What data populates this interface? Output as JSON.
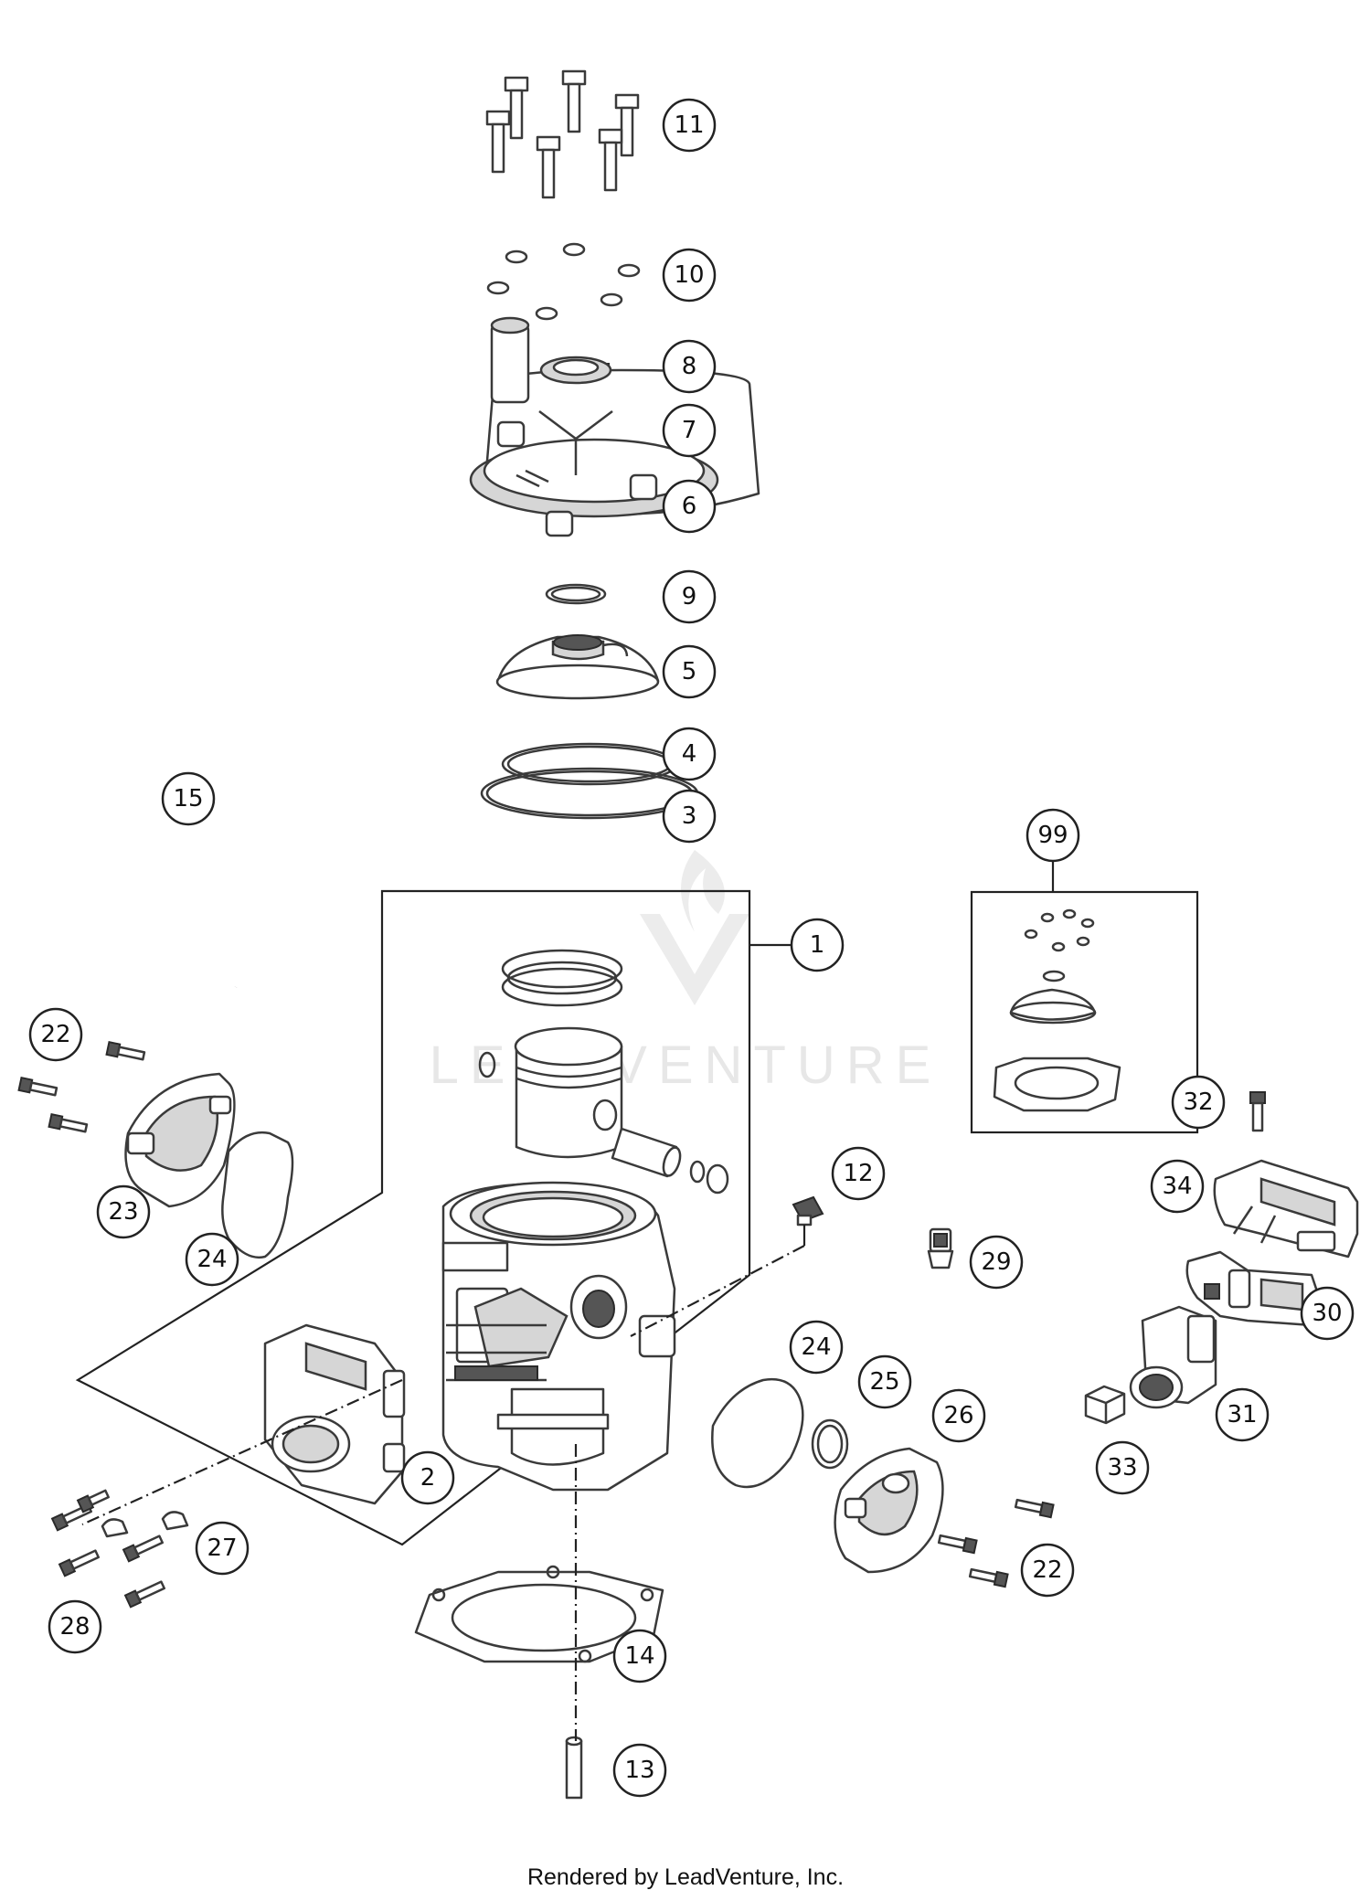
{
  "footer": {
    "text": "Rendered by LeadVenture, Inc."
  },
  "watermark": {
    "text": "LEADVENTURE"
  },
  "callouts": [
    {
      "label": "11",
      "part": "cylinder-head-bolts"
    },
    {
      "label": "10",
      "part": "washers"
    },
    {
      "label": "8",
      "part": "screw"
    },
    {
      "label": "7",
      "part": "seal-ring"
    },
    {
      "label": "6",
      "part": "cylinder-head"
    },
    {
      "label": "9",
      "part": "o-ring"
    },
    {
      "label": "5",
      "part": "combustion-chamber-insert"
    },
    {
      "label": "4",
      "part": "o-ring-small"
    },
    {
      "label": "3",
      "part": "o-ring-large"
    },
    {
      "label": "15",
      "part": "hose"
    },
    {
      "label": "99",
      "part": "gasket-kit"
    },
    {
      "label": "1",
      "part": "cylinder-piston-assembly"
    },
    {
      "label": "22",
      "part": "screws-left"
    },
    {
      "label": "23",
      "part": "exhaust-control-cover-left"
    },
    {
      "label": "24",
      "part": "gasket-left"
    },
    {
      "label": "12",
      "part": "plug"
    },
    {
      "label": "32",
      "part": "screw-right"
    },
    {
      "label": "34",
      "part": "exhaust-control-housing"
    },
    {
      "label": "29",
      "part": "temperature-sensor"
    },
    {
      "label": "30",
      "part": "actuator"
    },
    {
      "label": "24",
      "part": "gasket-right"
    },
    {
      "label": "25",
      "part": "seal-ring-right"
    },
    {
      "label": "26",
      "part": "exhaust-control-cover-right"
    },
    {
      "label": "31",
      "part": "intake-flange"
    },
    {
      "label": "33",
      "part": "nut"
    },
    {
      "label": "2",
      "part": "intake-manifold"
    },
    {
      "label": "27",
      "part": "clamps"
    },
    {
      "label": "28",
      "part": "screws-intake"
    },
    {
      "label": "22",
      "part": "screws-right"
    },
    {
      "label": "14",
      "part": "cylinder-base-gasket"
    },
    {
      "label": "13",
      "part": "stud"
    }
  ]
}
